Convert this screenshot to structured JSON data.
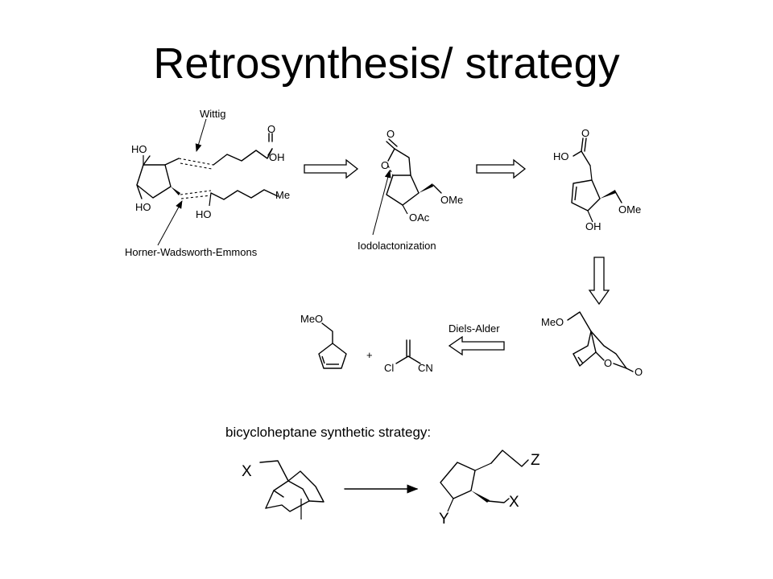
{
  "title": "Retrosynthesis/ strategy",
  "annotations": {
    "wittig": "Wittig",
    "hwe": "Horner-Wadsworth-Emmons",
    "iodolactonization": "Iodolactonization",
    "diels_alder": "Diels-Alder"
  },
  "atoms": {
    "ho": "HO",
    "oh": "OH",
    "o": "O",
    "me": "Me",
    "ome": "OMe",
    "meo": "MeO",
    "oac": "OAc",
    "cl": "Cl",
    "cn": "CN",
    "plus": "+"
  },
  "strategy": {
    "heading": "bicycloheptane synthetic strategy:",
    "x": "X",
    "y": "Y",
    "z": "Z"
  }
}
